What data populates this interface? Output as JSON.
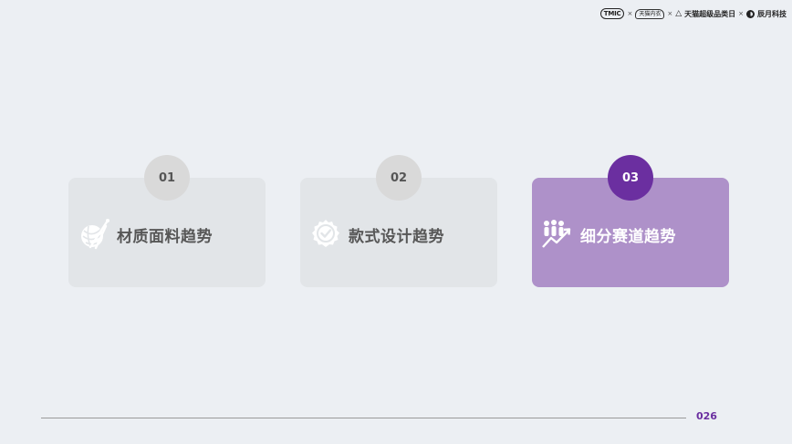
{
  "brand_bar": {
    "tmic": "TMIC",
    "tmall_underwear": "天猫内衣",
    "super_category_day": "天猫超级品类日",
    "chenyue": "辰月科技",
    "separator": "×"
  },
  "cards": [
    {
      "number": "01",
      "title": "材质面料趋势",
      "icon": "yarn-ball-icon",
      "active": false
    },
    {
      "number": "02",
      "title": "款式设计趋势",
      "icon": "check-badge-icon",
      "active": false
    },
    {
      "number": "03",
      "title": "细分赛道趋势",
      "icon": "people-growth-icon",
      "active": true
    }
  ],
  "page_number": "026",
  "colors": {
    "background": "#eceff3",
    "card_inactive": "#e2e5e8",
    "card_active": "#ae91c9",
    "badge_inactive": "#d9d9d9",
    "badge_active": "#6b2fa0",
    "accent": "#6b2fa0"
  }
}
